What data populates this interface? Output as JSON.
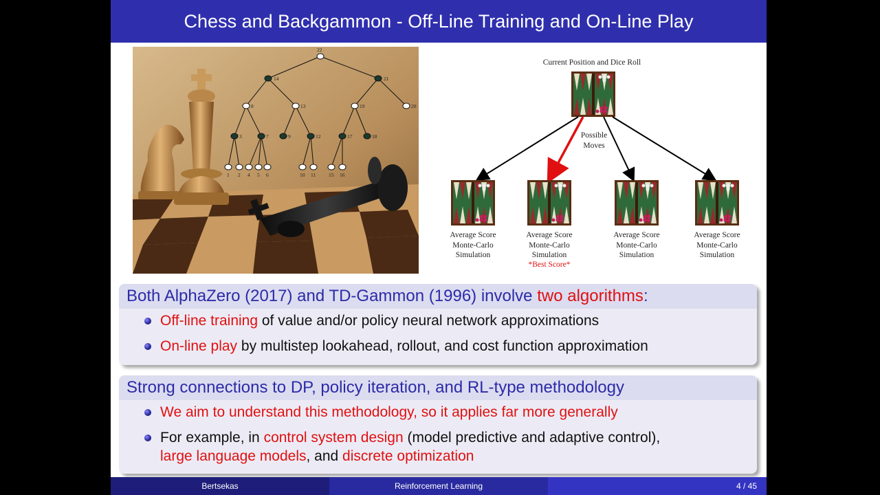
{
  "title": "Chess and Backgammon - Off-Line Training and On-Line Play",
  "tree_labels": {
    "root": "22",
    "l1": [
      "14",
      "21"
    ],
    "l2": [
      "8",
      "13",
      "19",
      "20"
    ],
    "l3": [
      "3",
      "7",
      "9",
      "12",
      "17",
      "18"
    ],
    "leaves": [
      "1",
      "2",
      "4",
      "5",
      "6",
      "10",
      "11",
      "15",
      "16"
    ]
  },
  "backgammon": {
    "top_label": "Current Position and Dice Roll",
    "arrow_label": [
      "Possible",
      "Moves"
    ],
    "boards": [
      {
        "lines": [
          "Average Score",
          "Monte-Carlo",
          "Simulation"
        ],
        "best": ""
      },
      {
        "lines": [
          "Average Score",
          "Monte-Carlo",
          "Simulation"
        ],
        "best": "*Best Score*"
      },
      {
        "lines": [
          "Average Score",
          "Monte-Carlo",
          "Simulation"
        ],
        "best": ""
      },
      {
        "lines": [
          "Average Score",
          "Monte-Carlo",
          "Simulation"
        ],
        "best": ""
      }
    ]
  },
  "block1": {
    "title_pre": "Both AlphaZero (2017) and TD-Gammon (1996) involve ",
    "title_red": "two algorithms",
    "title_post": ":",
    "item1_red": "Off-line training",
    "item1_rest": " of value and/or policy neural network approximations",
    "item2_red": "On-line play",
    "item2_rest": " by multistep lookahead, rollout, and cost function approximation"
  },
  "block2": {
    "title": "Strong connections to DP, policy iteration, and RL-type methodology",
    "item1": "We aim to understand this methodology, so it applies far more generally",
    "item2_a": "For example, in ",
    "item2_red1": "control system design",
    "item2_b": " (model predictive and adaptive control),",
    "item2_red2": "large language models",
    "item2_c": ", and ",
    "item2_red3": "discrete optimization"
  },
  "footer": {
    "author": "Bertsekas",
    "course": "Reinforcement Learning",
    "page": "4 / 45"
  }
}
